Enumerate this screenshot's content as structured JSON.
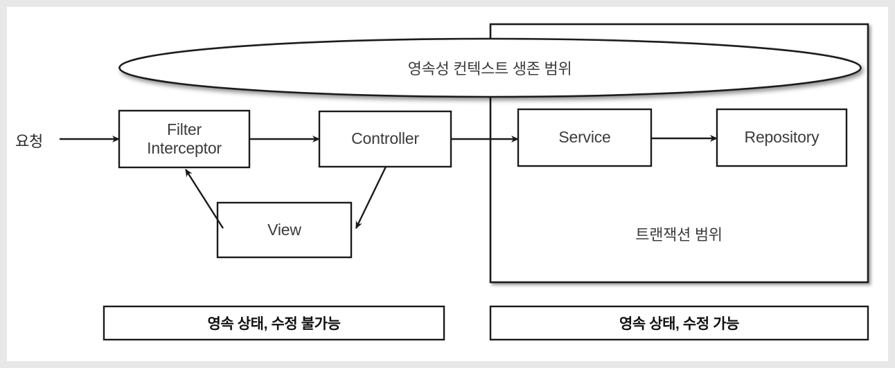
{
  "diagram": {
    "title_text": "영속성 컨텍스트 생존 범위",
    "entry_label": "요청",
    "scopes": {
      "persistence_context": {
        "label": "영속성 컨텍스트 생존 범위",
        "shape": "ellipse"
      },
      "transaction": {
        "label": "트랜잭션 범위",
        "shape": "rectangle"
      }
    },
    "nodes": [
      {
        "id": "filter-interceptor",
        "label": "Filter\nInterceptor"
      },
      {
        "id": "controller",
        "label": "Controller"
      },
      {
        "id": "view",
        "label": "View"
      },
      {
        "id": "service",
        "label": "Service"
      },
      {
        "id": "repository",
        "label": "Repository"
      }
    ],
    "legend": [
      {
        "id": "left",
        "label": "영속 상태, 수정 불가능"
      },
      {
        "id": "right",
        "label": "영속 상태, 수정 가능"
      }
    ],
    "colors": {
      "stroke": "#1a1a1a",
      "text": "#3b3b3b",
      "legend_text": "#101010",
      "background": "#ffffff",
      "frame": "#e8e8e8"
    }
  }
}
